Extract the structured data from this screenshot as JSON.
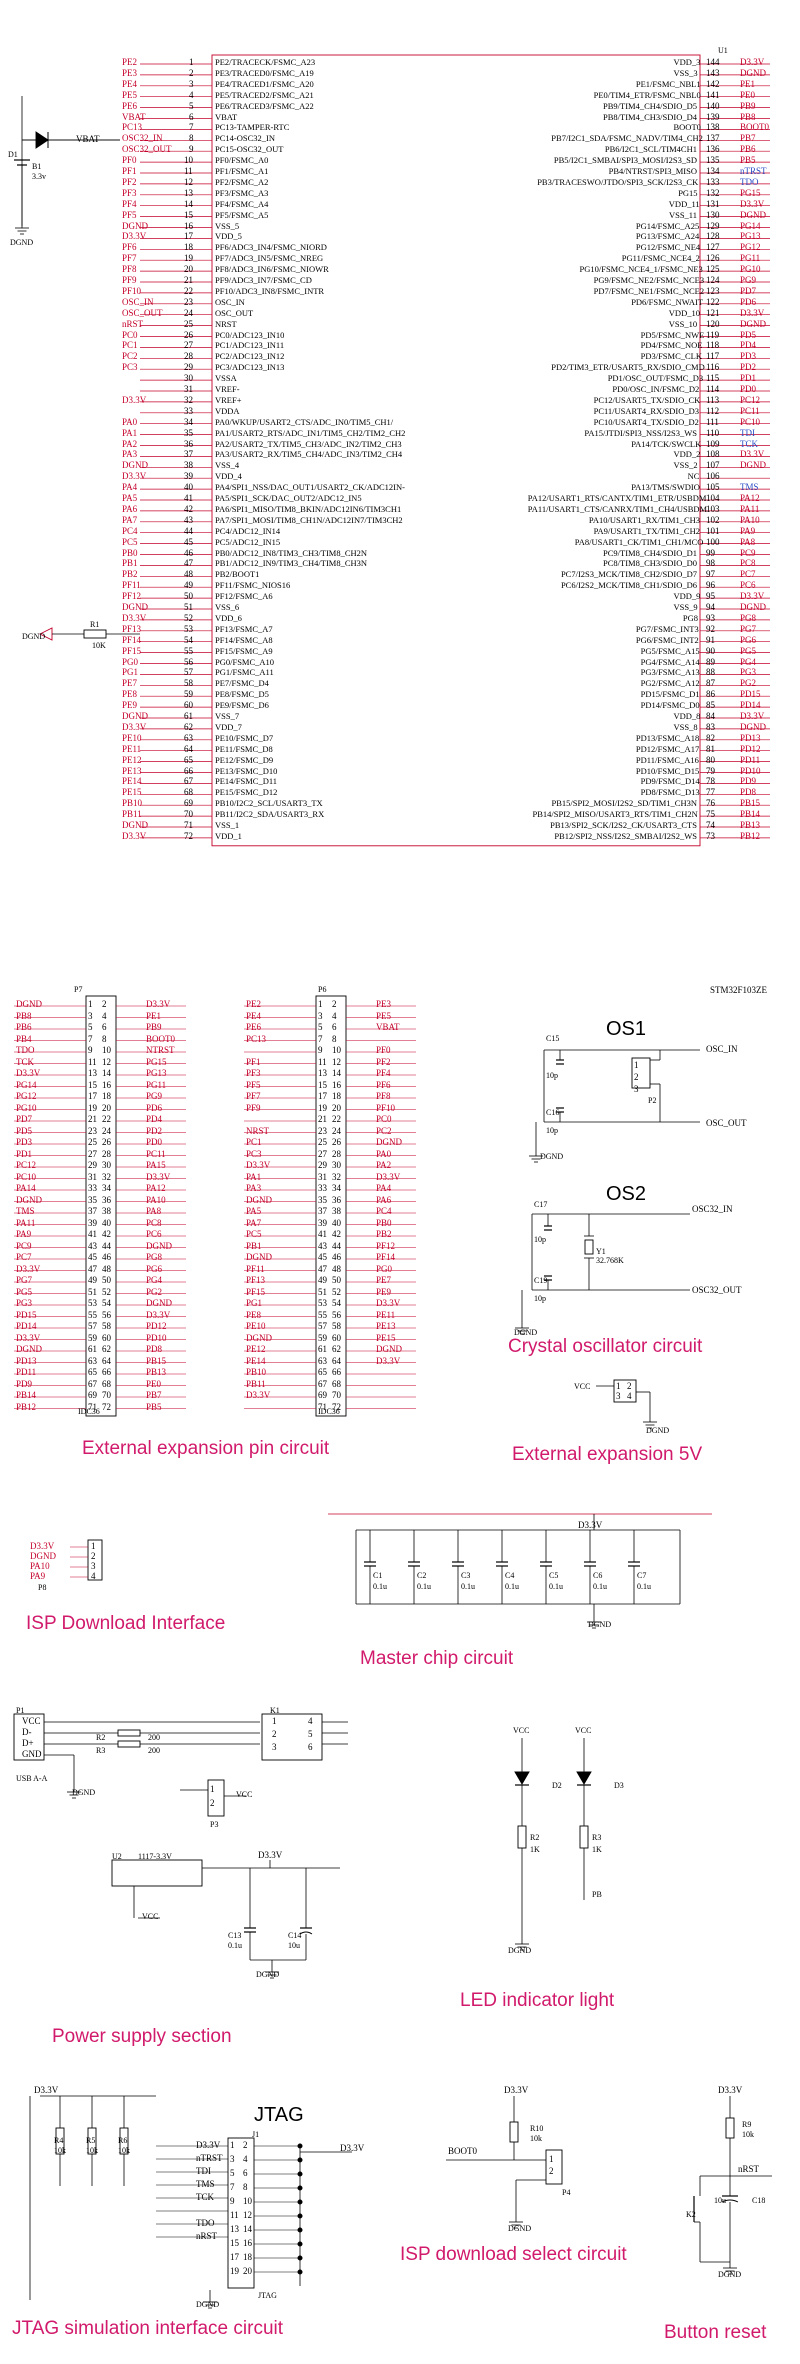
{
  "mcu": {
    "ref": "U1",
    "part": "STM32F103ZE",
    "left_pins": [
      [
        "PE2",
        "1",
        "PE2/TRACECK/FSMC_A23"
      ],
      [
        "PE3",
        "2",
        "PE3/TRACED0/FSMC_A19"
      ],
      [
        "PE4",
        "3",
        "PE4/TRACED1/FSMC_A20"
      ],
      [
        "PE5",
        "4",
        "PE5/TRACED2/FSMC_A21"
      ],
      [
        "PE6",
        "5",
        "PE6/TRACED3/FSMC_A22"
      ],
      [
        "VBAT",
        "6",
        "VBAT"
      ],
      [
        "PC13",
        "7",
        "PC13-TAMPER-RTC"
      ],
      [
        "OSC32_IN",
        "8",
        "PC14-OSC32_IN"
      ],
      [
        "OSC32_OUT",
        "9",
        "PC15-OSC32_OUT"
      ],
      [
        "PF0",
        "10",
        "PF0/FSMC_A0"
      ],
      [
        "PF1",
        "11",
        "PF1/FSMC_A1"
      ],
      [
        "PF2",
        "12",
        "PF2/FSMC_A2"
      ],
      [
        "PF3",
        "13",
        "PF3/FSMC_A3"
      ],
      [
        "PF4",
        "14",
        "PF4/FSMC_A4"
      ],
      [
        "PF5",
        "15",
        "PF5/FSMC_A5"
      ],
      [
        "DGND",
        "16",
        "VSS_5"
      ],
      [
        "D3.3V",
        "17",
        "VDD_5"
      ],
      [
        "PF6",
        "18",
        "PF6/ADC3_IN4/FSMC_NIORD"
      ],
      [
        "PF7",
        "19",
        "PF7/ADC3_IN5/FSMC_NREG"
      ],
      [
        "PF8",
        "20",
        "PF8/ADC3_IN6/FSMC_NIOWR"
      ],
      [
        "PF9",
        "21",
        "PF9/ADC3_IN7/FSMC_CD"
      ],
      [
        "PF10",
        "22",
        "PF10/ADC3_IN8/FSMC_INTR"
      ],
      [
        "OSC_IN",
        "23",
        "OSC_IN"
      ],
      [
        "OSC_OUT",
        "24",
        "OSC_OUT"
      ],
      [
        "nRST",
        "25",
        "NRST"
      ],
      [
        "PC0",
        "26",
        "PC0/ADC123_IN10"
      ],
      [
        "PC1",
        "27",
        "PC1/ADC123_IN11"
      ],
      [
        "PC2",
        "28",
        "PC2/ADC123_IN12"
      ],
      [
        "PC3",
        "29",
        "PC3/ADC123_IN13"
      ],
      [
        "",
        "30",
        "VSSA"
      ],
      [
        "",
        "31",
        "VREF-"
      ],
      [
        "D3.3V",
        "32",
        "VREF+"
      ],
      [
        "",
        "33",
        "VDDA"
      ],
      [
        "PA0",
        "34",
        "PA0/WKUP/USART2_CTS/ADC_IN0/TIM5_CH1/"
      ],
      [
        "PA1",
        "35",
        "PA1/USART2_RTS/ADC_IN1/TIM5_CH2/TIM2_CH2"
      ],
      [
        "PA2",
        "36",
        "PA2/USART2_TX/TIM5_CH3/ADC_IN2/TIM2_CH3"
      ],
      [
        "PA3",
        "37",
        "PA3/USART2_RX/TIM5_CH4/ADC_IN3/TIM2_CH4"
      ],
      [
        "DGND",
        "38",
        "VSS_4"
      ],
      [
        "D3.3V",
        "39",
        "VDD_4"
      ],
      [
        "PA4",
        "40",
        "PA4/SPI1_NSS/DAC_OUT1/USART2_CK/ADC12IN-"
      ],
      [
        "PA5",
        "41",
        "PA5/SPI1_SCK/DAC_OUT2/ADC12_IN5"
      ],
      [
        "PA6",
        "42",
        "PA6/SPI1_MISO/TIM8_BKIN/ADC12IN6/TIM3CH1"
      ],
      [
        "PA7",
        "43",
        "PA7/SPI1_MOSI/TIM8_CH1N/ADC12IN7/TIM3CH2"
      ],
      [
        "PC4",
        "44",
        "PC4/ADC12_IN14"
      ],
      [
        "PC5",
        "45",
        "PC5/ADC12_IN15"
      ],
      [
        "PB0",
        "46",
        "PB0/ADC12_IN8/TIM3_CH3/TIM8_CH2N"
      ],
      [
        "PB1",
        "47",
        "PB1/ADC12_IN9/TIM3_CH4/TIM8_CH3N"
      ],
      [
        "PB2",
        "48",
        "PB2/BOOT1"
      ],
      [
        "PF11",
        "49",
        "PF11/FSMC_NIOS16"
      ],
      [
        "PF12",
        "50",
        "PF12/FSMC_A6"
      ],
      [
        "DGND",
        "51",
        "VSS_6"
      ],
      [
        "D3.3V",
        "52",
        "VDD_6"
      ],
      [
        "PF13",
        "53",
        "PF13/FSMC_A7"
      ],
      [
        "PF14",
        "54",
        "PF14/FSMC_A8"
      ],
      [
        "PF15",
        "55",
        "PF15/FSMC_A9"
      ],
      [
        "PG0",
        "56",
        "PG0/FSMC_A10"
      ],
      [
        "PG1",
        "57",
        "PG1/FSMC_A11"
      ],
      [
        "PE7",
        "58",
        "PE7/FSMC_D4"
      ],
      [
        "PE8",
        "59",
        "PE8/FSMC_D5"
      ],
      [
        "PE9",
        "60",
        "PE9/FSMC_D6"
      ],
      [
        "DGND",
        "61",
        "VSS_7"
      ],
      [
        "D3.3V",
        "62",
        "VDD_7"
      ],
      [
        "PE10",
        "63",
        "PE10/FSMC_D7"
      ],
      [
        "PE11",
        "64",
        "PE11/FSMC_D8"
      ],
      [
        "PE12",
        "65",
        "PE12/FSMC_D9"
      ],
      [
        "PE13",
        "66",
        "PE13/FSMC_D10"
      ],
      [
        "PE14",
        "67",
        "PE14/FSMC_D11"
      ],
      [
        "PE15",
        "68",
        "PE15/FSMC_D12"
      ],
      [
        "PB10",
        "69",
        "PB10/I2C2_SCL/USART3_TX"
      ],
      [
        "PB11",
        "70",
        "PB11/I2C2_SDA/USART3_RX"
      ],
      [
        "DGND",
        "71",
        "VSS_1"
      ],
      [
        "D3.3V",
        "72",
        "VDD_1"
      ]
    ],
    "right_pins": [
      [
        "VDD_3",
        "144",
        "D3.3V"
      ],
      [
        "VSS_3",
        "143",
        "DGND"
      ],
      [
        "PE1/FSMC_NBL1",
        "142",
        "PE1"
      ],
      [
        "PE0/TIM4_ETR/FSMC_NBL0",
        "141",
        "PE0"
      ],
      [
        "PB9/TIM4_CH4/SDIO_D5",
        "140",
        "PB9"
      ],
      [
        "PB8/TIM4_CH3/SDIO_D4",
        "139",
        "PB8"
      ],
      [
        "BOOT0",
        "138",
        "BOOT0"
      ],
      [
        "PB7/I2C1_SDA/FSMC_NADV/TIM4_CH2",
        "137",
        "PB7"
      ],
      [
        "PB6/I2C1_SCL/TIM4CH1",
        "136",
        "PB6"
      ],
      [
        "PB5/I2C1_SMBAI/SPI3_MOSI/I2S3_SD",
        "135",
        "PB5"
      ],
      [
        "PB4/NTRST/SPI3_MISO",
        "134",
        "nTRST"
      ],
      [
        "PB3/TRACESWO/JTDO/SPI3_SCK/I2S3_CK",
        "133",
        "TDO"
      ],
      [
        "PG15",
        "132",
        "PG15"
      ],
      [
        "VDD_11",
        "131",
        "D3.3V"
      ],
      [
        "VSS_11",
        "130",
        "DGND"
      ],
      [
        "PG14/FSMC_A25",
        "129",
        "PG14"
      ],
      [
        "PG13/FSMC_A24",
        "128",
        "PG13"
      ],
      [
        "PG12/FSMC_NE4",
        "127",
        "PG12"
      ],
      [
        "PG11/FSMC_NCE4_2",
        "126",
        "PG11"
      ],
      [
        "PG10/FSMC_NCE4_1/FSMC_NE3",
        "125",
        "PG10"
      ],
      [
        "PG9/FSMC_NE2/FSMC_NCE3",
        "124",
        "PG9"
      ],
      [
        "PD7/FSMC_NE1/FSMC_NCE2",
        "123",
        "PD7"
      ],
      [
        "PD6/FSMC_NWAIT",
        "122",
        "PD6"
      ],
      [
        "VDD_10",
        "121",
        "D3.3V"
      ],
      [
        "VSS_10",
        "120",
        "DGND"
      ],
      [
        "PD5/FSMC_NWE",
        "119",
        "PD5"
      ],
      [
        "PD4/FSMC_NOE",
        "118",
        "PD4"
      ],
      [
        "PD3/FSMC_CLK",
        "117",
        "PD3"
      ],
      [
        "PD2/TIM3_ETR/USART5_RX/SDIO_CMD",
        "116",
        "PD2"
      ],
      [
        "PD1/OSC_OUT/FSMC_D3",
        "115",
        "PD1"
      ],
      [
        "PD0/OSC_IN/FSMC_D2",
        "114",
        "PD0"
      ],
      [
        "PC12/USART5_TX/SDIO_CK",
        "113",
        "PC12"
      ],
      [
        "PC11/USART4_RX/SDIO_D3",
        "112",
        "PC11"
      ],
      [
        "PC10/USART4_TX/SDIO_D2",
        "111",
        "PC10"
      ],
      [
        "PA15/JTDI/SPI3_NSS/I2S3_WS",
        "110",
        "TDI"
      ],
      [
        "PA14/TCK/SWCLK",
        "109",
        "TCK"
      ],
      [
        "VDD_2",
        "108",
        "D3.3V"
      ],
      [
        "VSS_2",
        "107",
        "DGND"
      ],
      [
        "NC",
        "106",
        ""
      ],
      [
        "PA13/TMS/SWDIO",
        "105",
        "TMS"
      ],
      [
        "PA12/USART1_RTS/CANTX/TIM1_ETR/USBDM",
        "104",
        "PA12"
      ],
      [
        "PA11/USART1_CTS/CANRX/TIM1_CH4/USBDM",
        "103",
        "PA11"
      ],
      [
        "PA10/USART1_RX/TIM1_CH3",
        "102",
        "PA10"
      ],
      [
        "PA9/USART1_TX/TIM1_CH2",
        "101",
        "PA9"
      ],
      [
        "PA8/USART1_CK/TIM1_CH1/MCO",
        "100",
        "PA8"
      ],
      [
        "PC9/TIM8_CH4/SDIO_D1",
        "99",
        "PC9"
      ],
      [
        "PC8/TIM8_CH3/SDIO_D0",
        "98",
        "PC8"
      ],
      [
        "PC7/I2S3_MCK/TIM8_CH2/SDIO_D7",
        "97",
        "PC7"
      ],
      [
        "PC6/I2S2_MCK/TIM8_CH1/SDIO_D6",
        "96",
        "PC6"
      ],
      [
        "VDD_9",
        "95",
        "D3.3V"
      ],
      [
        "VSS_9",
        "94",
        "DGND"
      ],
      [
        "PG8",
        "93",
        "PG8"
      ],
      [
        "PG7/FSMC_INT3",
        "92",
        "PG7"
      ],
      [
        "PG6/FSMC_INT2",
        "91",
        "PG6"
      ],
      [
        "PG5/FSMC_A15",
        "90",
        "PG5"
      ],
      [
        "PG4/FSMC_A14",
        "89",
        "PG4"
      ],
      [
        "PG3/FSMC_A13",
        "88",
        "PG3"
      ],
      [
        "PG2/FSMC_A12",
        "87",
        "PG2"
      ],
      [
        "PD15/FSMC_D1",
        "86",
        "PD15"
      ],
      [
        "PD14/FSMC_D0",
        "85",
        "PD14"
      ],
      [
        "VDD_8",
        "84",
        "D3.3V"
      ],
      [
        "VSS_8",
        "83",
        "DGND"
      ],
      [
        "PD13/FSMC_A18",
        "82",
        "PD13"
      ],
      [
        "PD12/FSMC_A17",
        "81",
        "PD12"
      ],
      [
        "PD11/FSMC_A16",
        "80",
        "PD11"
      ],
      [
        "PD10/FSMC_D15",
        "79",
        "PD10"
      ],
      [
        "PD9/FSMC_D14",
        "78",
        "PD9"
      ],
      [
        "PD8/FSMC_D13",
        "77",
        "PD8"
      ],
      [
        "PB15/SPI2_MOSI/I2S2_SD/TIM1_CH3N",
        "76",
        "PB15"
      ],
      [
        "PB14/SPI2_MISO/USART3_RTS/TIM1_CH2N",
        "75",
        "PB14"
      ],
      [
        "PB13/SPI2_SCK/I2S2_CK/USART3_CTS",
        "74",
        "PB13"
      ],
      [
        "PB12/SPI2_NSS/I2S2_SMBAI/I2S2_WS",
        "73",
        "PB12"
      ]
    ]
  },
  "battery": {
    "net": "VBAT",
    "diode": "D1",
    "cell": "B1",
    "volt": "3.3v",
    "gnd": "DGND"
  },
  "r1": {
    "ref": "R1",
    "value": "10K",
    "gnd": "DGND"
  },
  "p7": {
    "ref": "P7",
    "type": "IDC36",
    "left": [
      "DGND",
      "PB8",
      "PB6",
      "PB4",
      "TDO",
      "TCK",
      "D3.3V",
      "PG14",
      "PG12",
      "PG10",
      "PD7",
      "PD5",
      "PD3",
      "PD1",
      "PC12",
      "PC10",
      "PA14",
      "DGND",
      "TMS",
      "PA11",
      "PA9",
      "PC9",
      "PC7",
      "D3.3V",
      "PG7",
      "PG5",
      "PG3",
      "PD15",
      "PD14",
      "D3.3V",
      "DGND",
      "PD13",
      "PD11",
      "PD9",
      "PB14",
      "PB12"
    ],
    "right": [
      "D3.3V",
      "PE1",
      "PB9",
      "BOOT0",
      "NTRST",
      "PG15",
      "PG13",
      "PG11",
      "PG9",
      "PD6",
      "PD4",
      "PD2",
      "PD0",
      "PC11",
      "PA15",
      "D3.3V",
      "PA12",
      "PA10",
      "PA8",
      "PC8",
      "PC6",
      "DGND",
      "PG8",
      "PG6",
      "PG4",
      "PG2",
      "DGND",
      "D3.3V",
      "PD12",
      "PD10",
      "PD8",
      "PB15",
      "PB13",
      "PE0",
      "PB7",
      "PB5"
    ]
  },
  "p6": {
    "ref": "P6",
    "type": "IDC36",
    "left": [
      "PE2",
      "PE4",
      "PE6",
      "PC13",
      "",
      "PF1",
      "PF3",
      "PF5",
      "PF7",
      "PF9",
      "",
      "NRST",
      "PC1",
      "PC3",
      "D3.3V",
      "PA1",
      "PA3",
      "DGND",
      "PA5",
      "PA7",
      "PC5",
      "PB1",
      "DGND",
      "PF11",
      "PF13",
      "PF15",
      "PG1",
      "PE8",
      "PE10",
      "DGND",
      "PE12",
      "PE14",
      "PB10",
      "PB11",
      "D3.3V",
      ""
    ],
    "right": [
      "PE3",
      "PE5",
      "VBAT",
      "",
      "PF0",
      "PF2",
      "PF4",
      "PF6",
      "PF8",
      "PF10",
      "PC0",
      "PC2",
      "DGND",
      "PA0",
      "PA2",
      "D3.3V",
      "PA4",
      "PA6",
      "PC4",
      "PB0",
      "PB2",
      "PF12",
      "PF14",
      "PG0",
      "PE7",
      "PE9",
      "D3.3V",
      "PE11",
      "PE13",
      "PE15",
      "DGND",
      "D3.3V",
      "",
      "",
      "",
      ""
    ]
  },
  "osc1": {
    "title": "OS1",
    "c_top": "C15",
    "c_top_val": "10p",
    "c_bot": "C16",
    "c_bot_val": "10p",
    "ref": "P2",
    "in": "OSC_IN",
    "out": "OSC_OUT",
    "gnd": "DGND"
  },
  "osc2": {
    "title": "OS2",
    "c_top": "C17",
    "c_top_val": "10p",
    "c_bot": "C19",
    "c_bot_val": "10p",
    "crystal": "Y1",
    "freq": "32.768K",
    "in": "OSC32_IN",
    "out": "OSC32_OUT",
    "gnd": "DGND"
  },
  "ext5v": {
    "vcc": "VCC",
    "gnd": "DGND"
  },
  "isp": {
    "ref": "P8",
    "nets": [
      "D3.3V",
      "DGND",
      "PA10",
      "PA9"
    ]
  },
  "master": {
    "net": "D3.3V",
    "gnd": "DGND",
    "caps": [
      [
        "C1",
        "0.1u"
      ],
      [
        "C2",
        "0.1u"
      ],
      [
        "C3",
        "0.1u"
      ],
      [
        "C4",
        "0.1u"
      ],
      [
        "C5",
        "0.1u"
      ],
      [
        "C6",
        "0.1u"
      ],
      [
        "C7",
        "0.1u"
      ]
    ]
  },
  "usb": {
    "ref": "P1",
    "type": "USB A-A",
    "pins": [
      "VCC",
      "D-",
      "D+",
      "GND"
    ],
    "r2": "R2",
    "r2v": "200",
    "r3": "R3",
    "r3v": "200",
    "k1": "K1",
    "p3": "P3",
    "vcc": "VCC",
    "gnd": "DGND"
  },
  "power": {
    "ref": "U2",
    "part": "1117-3.3V",
    "net": "D3.3V",
    "vcc": "VCC",
    "c13": "C13",
    "c13v": "0.1u",
    "c14": "C14",
    "c14v": "10u",
    "gnd": "DGND"
  },
  "led": {
    "vcc": "VCC",
    "d2": "D2",
    "d3": "D3",
    "r2": "R2",
    "r2v": "1K",
    "r3": "R3",
    "r3v": "1K",
    "gnd": "DGND",
    "pb": "PB"
  },
  "jtag": {
    "title": "JTAG",
    "ref": "J1",
    "part": "JTAG",
    "net": "D3.3V",
    "r4": "R4",
    "r5": "R5",
    "r6": "R6",
    "rv": "10k",
    "sigs": [
      "D3.3V",
      "nTRST",
      "TDI",
      "TMS",
      "TCK",
      "",
      "TDO",
      "nRST"
    ],
    "gnd": "DGND",
    "pins_l": [
      "1",
      "3",
      "5",
      "7",
      "9",
      "11",
      "13",
      "15",
      "17",
      "19"
    ],
    "pins_r": [
      "2",
      "4",
      "6",
      "8",
      "10",
      "12",
      "14",
      "16",
      "18",
      "20"
    ]
  },
  "ispsel": {
    "net": "D3.3V",
    "boot": "BOOT0",
    "r": "R10",
    "rv": "10k",
    "ref": "P4",
    "gnd": "DGND"
  },
  "reset": {
    "net": "D3.3V",
    "r": "R9",
    "rv": "10k",
    "sig": "nRST",
    "sw": "K2",
    "c": "C18",
    "cv": "10u",
    "gnd": "DGND"
  },
  "captions": {
    "ext_pin": "External expansion pin circuit",
    "crystal": "Crystal oscillator circuit",
    "ext5v": "External expansion 5V",
    "isp": "ISP Download Interface",
    "master": "Master chip circuit",
    "power": "Power supply section",
    "led": "LED indicator light",
    "jtag": "JTAG simulation interface circuit",
    "ispsel": "ISP download select circuit",
    "reset": "Button reset"
  }
}
